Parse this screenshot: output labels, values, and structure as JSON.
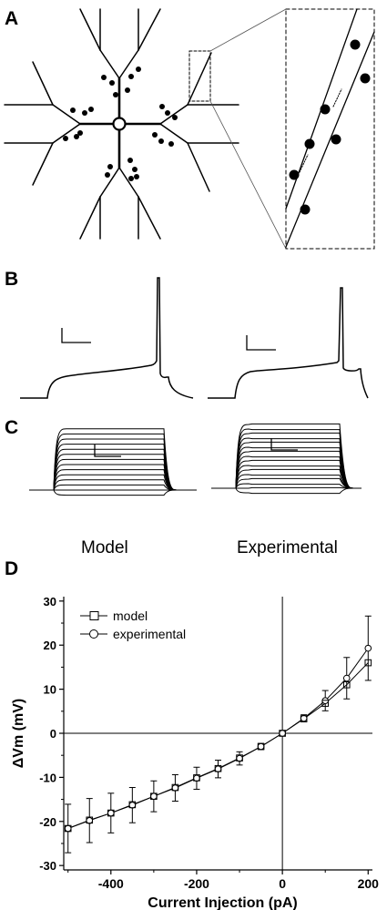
{
  "panels": {
    "a": "A",
    "b": "B",
    "c": "C",
    "d": "D"
  },
  "panel_c": {
    "caption_model": "Model",
    "caption_experimental": "Experimental"
  },
  "chart_data": {
    "type": "line",
    "title": "",
    "xlabel": "Current Injection (pA)",
    "ylabel": "ΔVm (mV)",
    "xlim": [
      -510,
      210
    ],
    "ylim": [
      -31,
      31
    ],
    "x_ticks": [
      -400,
      -200,
      0,
      200
    ],
    "y_ticks": [
      -30,
      -20,
      -10,
      0,
      10,
      20,
      30
    ],
    "x_tick_labels": [
      "-400",
      "-200",
      "0",
      "200"
    ],
    "y_tick_labels": [
      "-30",
      "-20",
      "-10",
      "0",
      "10",
      "20",
      "30"
    ],
    "grid": false,
    "legend_position": "top-left",
    "x": [
      -500,
      -450,
      -400,
      -350,
      -300,
      -250,
      -200,
      -150,
      -100,
      -50,
      0,
      50,
      100,
      150,
      200
    ],
    "series": [
      {
        "name": "model",
        "marker": "square",
        "values": [
          -21.6,
          -19.7,
          -18.1,
          -16.2,
          -14.3,
          -12.3,
          -10.1,
          -8.0,
          -5.6,
          -3.0,
          0,
          3.3,
          6.8,
          11.0,
          16.0
        ]
      },
      {
        "name": "experimental",
        "marker": "circle",
        "values": [
          -21.6,
          -19.8,
          -18.1,
          -16.3,
          -14.3,
          -12.4,
          -10.2,
          -8.1,
          -5.7,
          -3.0,
          0,
          3.4,
          7.4,
          12.5,
          19.3
        ],
        "error": [
          5.5,
          5.0,
          4.5,
          4.0,
          3.5,
          3.0,
          2.5,
          2.0,
          1.5,
          0.7,
          0,
          0.8,
          2.3,
          4.7,
          7.3
        ]
      }
    ]
  }
}
